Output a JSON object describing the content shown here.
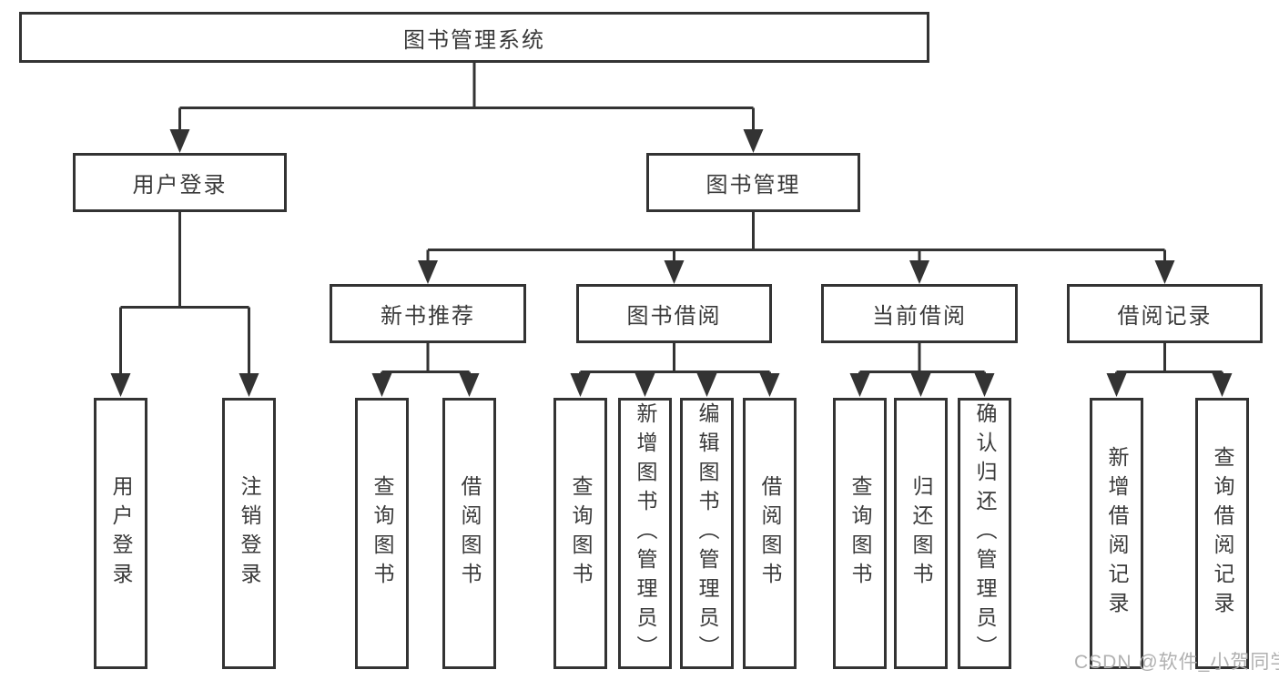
{
  "diagram": {
    "root": {
      "label": "图书管理系统"
    },
    "level2": [
      {
        "label": "用户登录"
      },
      {
        "label": "图书管理"
      }
    ],
    "level3": [
      {
        "label": "新书推荐"
      },
      {
        "label": "图书借阅"
      },
      {
        "label": "当前借阅"
      },
      {
        "label": "借阅记录"
      }
    ],
    "leaves": {
      "user_login": [
        {
          "label": "用户登录"
        },
        {
          "label": "注销登录"
        }
      ],
      "new_book": [
        {
          "label": "查询图书"
        },
        {
          "label": "借阅图书"
        }
      ],
      "book_borrow": [
        {
          "label": "查询图书"
        },
        {
          "label": "新增图书（管理员）"
        },
        {
          "label": "编辑图书（管理员）"
        },
        {
          "label": "借阅图书"
        }
      ],
      "current_borrow": [
        {
          "label": "查询图书"
        },
        {
          "label": "归还图书"
        },
        {
          "label": "确认归还（管理员）"
        }
      ],
      "borrow_record": [
        {
          "label": "新增借阅记录"
        },
        {
          "label": "查询借阅记录"
        }
      ]
    },
    "watermark": "CSDN @软件_小贺同学",
    "colors": {
      "line": "#333333",
      "text": "#3a3a3a",
      "watermark": "#b0b0b0",
      "background": "#ffffff"
    }
  }
}
